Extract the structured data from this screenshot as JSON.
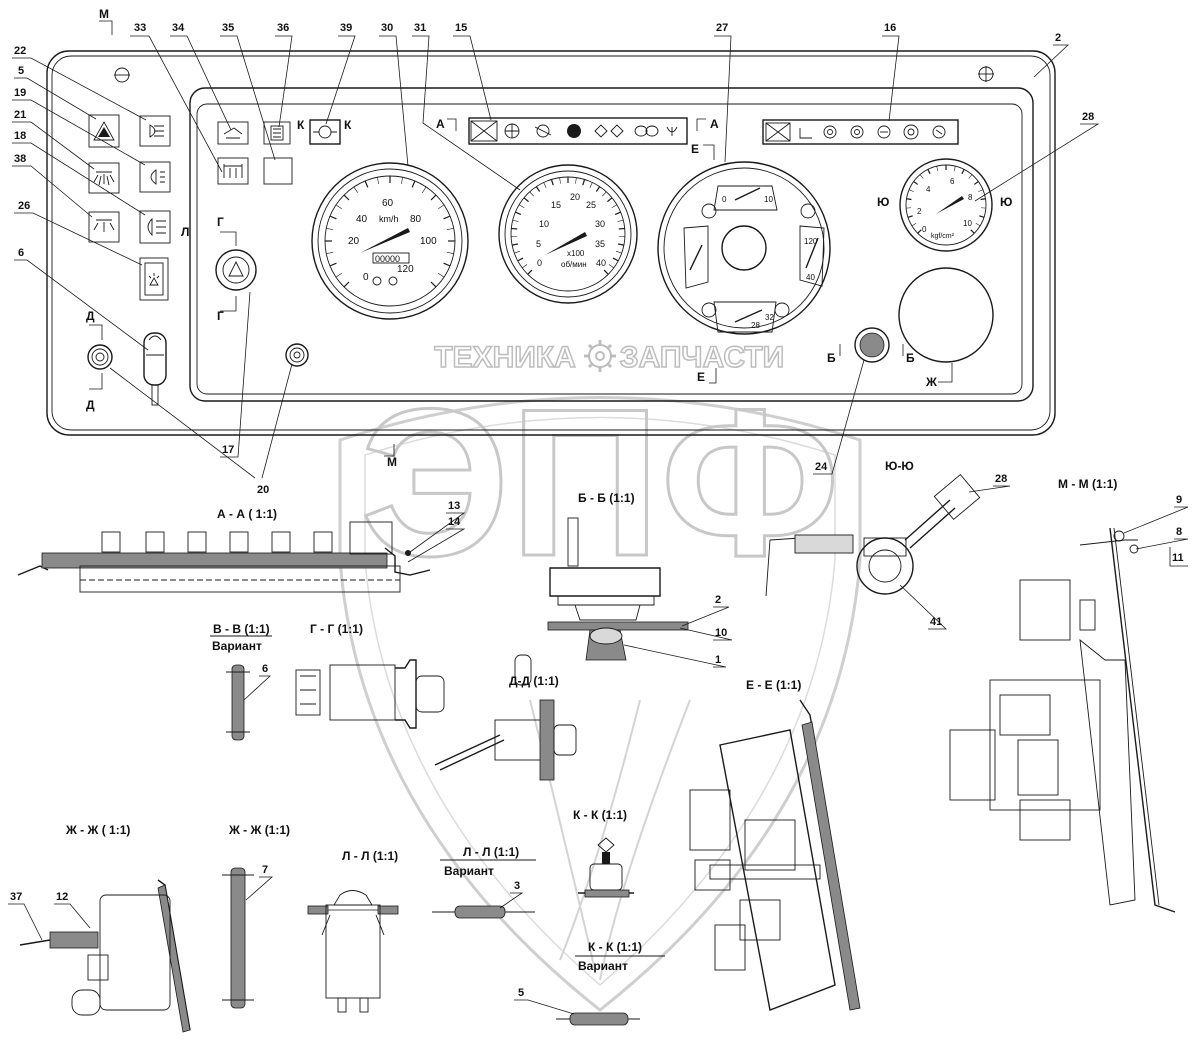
{
  "watermark": {
    "big_letters": "ЭПФ",
    "text_left": "ТЕХНИКА",
    "text_right": "ЗАПЧАСТИ"
  },
  "callouts": {
    "c1": "1",
    "c2": "2",
    "c3": "3",
    "c5": "5",
    "c6": "6",
    "c7": "7",
    "c8": "8",
    "c9": "9",
    "c10": "10",
    "c11": "11",
    "c12": "12",
    "c13": "13",
    "c14": "14",
    "c15": "15",
    "c16": "16",
    "c17": "17",
    "c18": "18",
    "c19": "19",
    "c20": "20",
    "c21": "21",
    "c22": "22",
    "c24": "24",
    "c26": "26",
    "c27": "27",
    "c28": "28",
    "c30": "30",
    "c31": "31",
    "c33": "33",
    "c34": "34",
    "c35": "35",
    "c36": "36",
    "c37": "37",
    "c38": "38",
    "c39": "39",
    "c41": "41"
  },
  "section_marks": {
    "m": "М",
    "a": "А",
    "b": "Б",
    "g": "Г",
    "d": "Д",
    "e": "Е",
    "zh": "Ж",
    "yu": "Ю",
    "k": "К",
    "l": "Л"
  },
  "section_titles": {
    "aa": "А - А ( 1:1)",
    "bb": "Б - Б (1:1)",
    "vv": "В - В (1:1)",
    "vv_variant": "Вариант",
    "gg": "Г - Г (1:1)",
    "dd": "Д-Д (1:1)",
    "ee": "Е - Е (1:1)",
    "yuyu": "Ю-Ю",
    "mm": "М - М (1:1)",
    "zhzh1": "Ж - Ж ( 1:1)",
    "zhzh2": "Ж - Ж (1:1)",
    "ll": "Л - Л (1:1)",
    "ll_variant_title": "Л - Л (1:1)",
    "ll_variant": "Вариант",
    "kk": "К - К (1:1)",
    "kk_variant_title": "К - К (1:1)",
    "kk_variant": "Вариант"
  },
  "gauges": {
    "speedometer": {
      "unit": "km/h",
      "ticks": [
        "0",
        "20",
        "40",
        "60",
        "80",
        "100",
        "120"
      ],
      "odometer": "00000"
    },
    "tachometer": {
      "unit": "об/мин",
      "factor": "x100",
      "ticks": [
        "0",
        "5",
        "10",
        "15",
        "20",
        "25",
        "30",
        "35",
        "40"
      ]
    },
    "combination": {
      "fuel_ticks": [
        "0",
        "10"
      ],
      "temp_ticks": [
        "40",
        "120"
      ],
      "volt_ticks": [
        "28",
        "32"
      ]
    },
    "pressure": {
      "unit": "kgf/cm²",
      "ticks": [
        "0",
        "2",
        "4",
        "6",
        "8",
        "10"
      ]
    }
  }
}
